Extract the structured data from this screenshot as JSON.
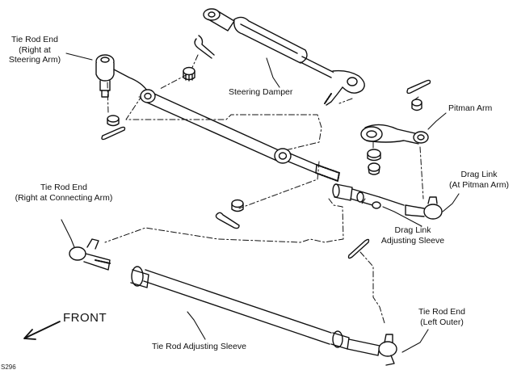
{
  "labels": {
    "tie_rod_end_right_steering": "Tie Rod End\n(Right at\nSteering Arm)",
    "steering_damper": "Steering Damper",
    "pitman_arm": "Pitman Arm",
    "drag_link_pitman": "Drag Link\n(At Pitman Arm)",
    "tie_rod_end_right_connecting": "Tie Rod End\n(Right at Connecting Arm)",
    "drag_link_adjusting_sleeve": "Drag Link\nAdjusting Sleeve",
    "tie_rod_end_left_outer": "Tie Rod End\n(Left Outer)",
    "tie_rod_adjusting_sleeve": "Tie Rod Adjusting Sleeve",
    "front": "FRONT",
    "figure_code": "S296"
  },
  "colors": {
    "line": "#111111",
    "fill": "#ffffff",
    "background": "#ffffff"
  }
}
